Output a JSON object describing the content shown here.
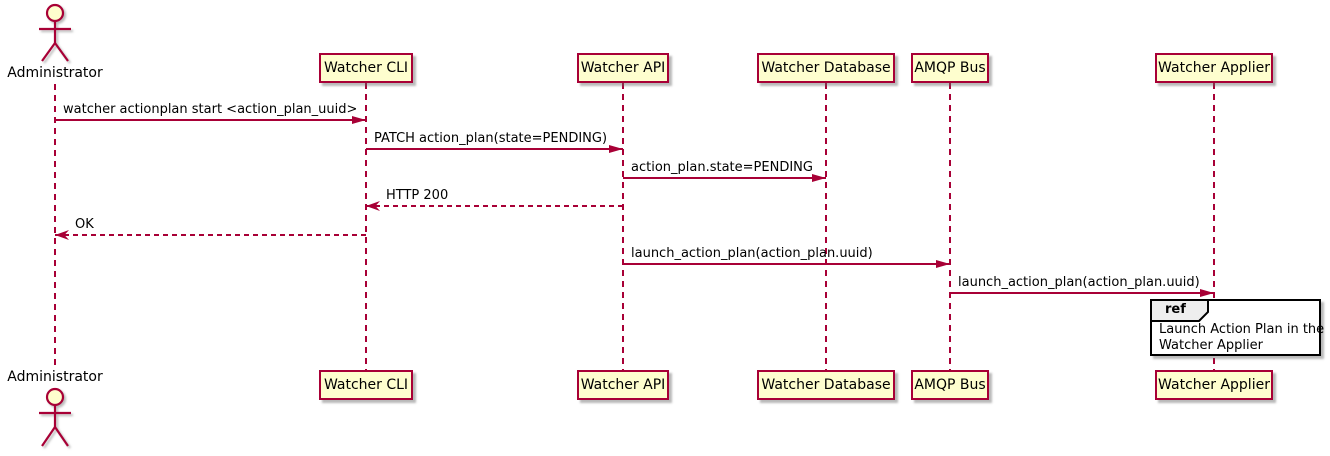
{
  "diagram": {
    "type": "uml-sequence-diagram",
    "colors": {
      "participant_fill": "#FEFECE",
      "participant_border": "#A80036",
      "arrow": "#A80036",
      "lifeline": "#A80036",
      "text": "#000000",
      "ref_border": "#000000",
      "ref_header_fill": "#EEEEEE",
      "ref_fill": "#FFFFFF"
    },
    "actor": {
      "label": "Administrator"
    },
    "participants": [
      {
        "label": "Watcher CLI"
      },
      {
        "label": "Watcher API"
      },
      {
        "label": "Watcher Database"
      },
      {
        "label": "AMQP Bus"
      },
      {
        "label": "Watcher Applier"
      }
    ],
    "messages": [
      {
        "label": "watcher actionplan start <action_plan_uuid>",
        "from": "Administrator",
        "to": "Watcher CLI",
        "style": "solid"
      },
      {
        "label": "PATCH action_plan(state=PENDING)",
        "from": "Watcher CLI",
        "to": "Watcher API",
        "style": "solid"
      },
      {
        "label": "action_plan.state=PENDING",
        "from": "Watcher API",
        "to": "Watcher Database",
        "style": "solid"
      },
      {
        "label": "HTTP 200",
        "from": "Watcher API",
        "to": "Watcher CLI",
        "style": "dashed"
      },
      {
        "label": "OK",
        "from": "Watcher CLI",
        "to": "Administrator",
        "style": "dashed"
      },
      {
        "label": "launch_action_plan(action_plan.uuid)",
        "from": "Watcher API",
        "to": "AMQP Bus",
        "style": "solid"
      },
      {
        "label": "launch_action_plan(action_plan.uuid)",
        "from": "AMQP Bus",
        "to": "Watcher Applier",
        "style": "solid"
      }
    ],
    "ref": {
      "keyword": "ref",
      "lines": {
        "0": "Launch Action Plan in the",
        "1": "Watcher Applier"
      }
    }
  }
}
